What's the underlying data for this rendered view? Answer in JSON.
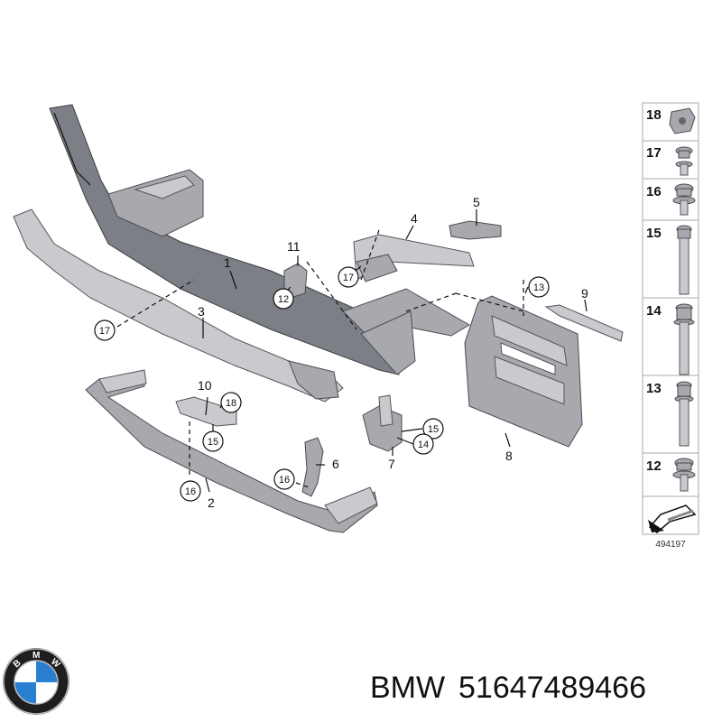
{
  "callouts": {
    "p1": "1",
    "p2": "2",
    "p3": "3",
    "p4": "4",
    "p5": "5",
    "p6": "6",
    "p7": "7",
    "p8": "8",
    "p9": "9",
    "p10": "10",
    "p11": "11",
    "c17a": "17",
    "c17b": "17",
    "c12": "12",
    "c13": "13",
    "c18": "18",
    "c15a": "15",
    "c15b": "15",
    "c14": "14",
    "c16a": "16",
    "c16b": "16"
  },
  "legend": {
    "items": [
      "18",
      "17",
      "16",
      "15",
      "14",
      "13",
      "12"
    ],
    "ref_code": "494197"
  },
  "footer": {
    "brand": "BMW",
    "part_number": "51647489466",
    "logo_text": "BMW"
  },
  "colors": {
    "part_gray": "#a7a9af",
    "logo_blue": "#2a7fd1",
    "logo_black": "#111111"
  }
}
